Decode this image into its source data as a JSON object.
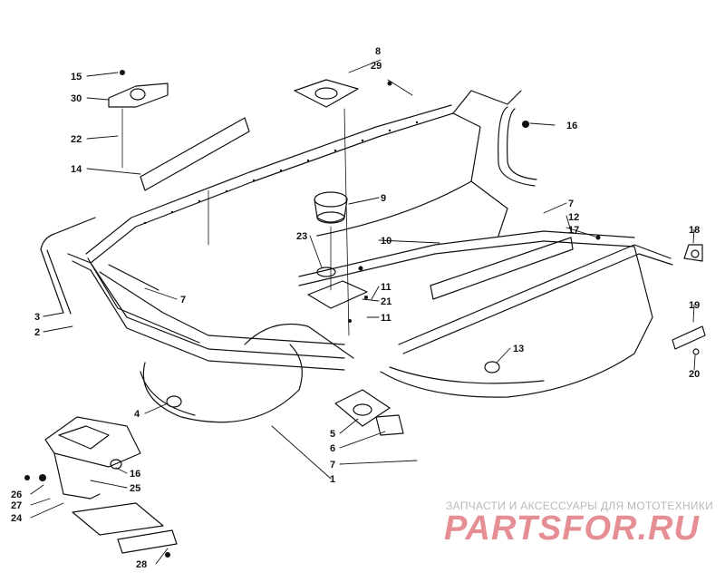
{
  "callouts": [
    {
      "key": "c8",
      "label": "8"
    },
    {
      "key": "c29",
      "label": "29"
    },
    {
      "key": "c15",
      "label": "15"
    },
    {
      "key": "c30",
      "label": "30"
    },
    {
      "key": "c22",
      "label": "22"
    },
    {
      "key": "c14",
      "label": "14"
    },
    {
      "key": "c16a",
      "label": "16"
    },
    {
      "key": "c9",
      "label": "9"
    },
    {
      "key": "c7a",
      "label": "7"
    },
    {
      "key": "c12",
      "label": "12"
    },
    {
      "key": "c17",
      "label": "17"
    },
    {
      "key": "c18",
      "label": "18"
    },
    {
      "key": "c23",
      "label": "23"
    },
    {
      "key": "c10",
      "label": "10"
    },
    {
      "key": "c3",
      "label": "3"
    },
    {
      "key": "c2",
      "label": "2"
    },
    {
      "key": "c7b",
      "label": "7"
    },
    {
      "key": "c11a",
      "label": "11"
    },
    {
      "key": "c21",
      "label": "21"
    },
    {
      "key": "c11b",
      "label": "11"
    },
    {
      "key": "c19",
      "label": "19"
    },
    {
      "key": "c13",
      "label": "13"
    },
    {
      "key": "c20",
      "label": "20"
    },
    {
      "key": "c4",
      "label": "4"
    },
    {
      "key": "c5",
      "label": "5"
    },
    {
      "key": "c6",
      "label": "6"
    },
    {
      "key": "c7c",
      "label": "7"
    },
    {
      "key": "c1",
      "label": "1"
    },
    {
      "key": "c16b",
      "label": "16"
    },
    {
      "key": "c25",
      "label": "25"
    },
    {
      "key": "c26",
      "label": "26"
    },
    {
      "key": "c27",
      "label": "27"
    },
    {
      "key": "c24",
      "label": "24"
    },
    {
      "key": "c28",
      "label": "28"
    }
  ],
  "watermark": {
    "caption": "ЗАПЧАСТИ И АКСЕССУАРЫ ДЛЯ МОТОТЕХНИКИ",
    "logo": "PARTSFOR.RU"
  }
}
